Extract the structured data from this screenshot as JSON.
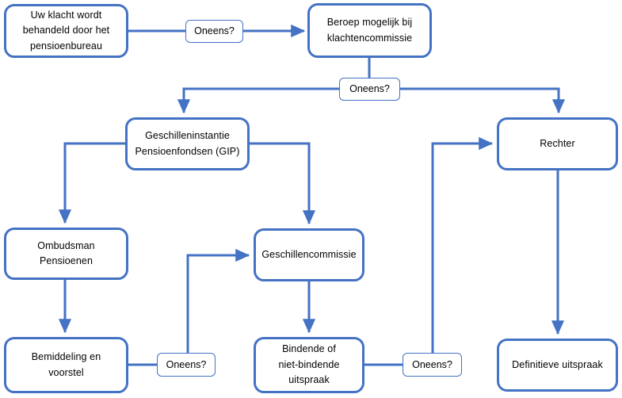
{
  "diagram": {
    "title": "Klachtenprocedure pensioen stroomschema",
    "accent_color": "#4472C4",
    "background_color": "#FFFFFF",
    "text_color": "#000000"
  },
  "nodes": {
    "pensioenbureau": "Uw klacht wordt\nbehandeld door het\npensioenbureau",
    "klachtencommissie": "Beroep mogelijk bij\nklachtencommissie",
    "gip": "Geschilleninstantie\nPensioenfondsen (GIP)",
    "rechter": "Rechter",
    "ombudsman": "Ombudsman\nPensioenen",
    "geschillencommissie": "Geschillencommissie",
    "bemiddeling": "Bemiddeling en\nvoorstel",
    "bindende_uitspraak": "Bindende of\nniet-bindende\nuitspraak",
    "definitieve_uitspraak": "Definitieve uitspraak"
  },
  "labels": {
    "oneens_top": "Oneens?",
    "oneens_split": "Oneens?",
    "oneens_bemiddeling": "Oneens?",
    "oneens_uitspraak": "Oneens?"
  },
  "edges": [
    {
      "from": "pensioenbureau",
      "to": "klachtencommissie",
      "label": "Oneens?"
    },
    {
      "from": "klachtencommissie",
      "to": "gip",
      "label": "Oneens?"
    },
    {
      "from": "klachtencommissie",
      "to": "rechter",
      "label": "Oneens?"
    },
    {
      "from": "gip",
      "to": "ombudsman",
      "label": ""
    },
    {
      "from": "gip",
      "to": "geschillencommissie",
      "label": ""
    },
    {
      "from": "ombudsman",
      "to": "bemiddeling",
      "label": ""
    },
    {
      "from": "bemiddeling",
      "to": "geschillencommissie",
      "label": "Oneens?"
    },
    {
      "from": "geschillencommissie",
      "to": "bindende_uitspraak",
      "label": ""
    },
    {
      "from": "bindende_uitspraak",
      "to": "rechter",
      "label": "Oneens?"
    },
    {
      "from": "rechter",
      "to": "definitieve_uitspraak",
      "label": ""
    }
  ]
}
